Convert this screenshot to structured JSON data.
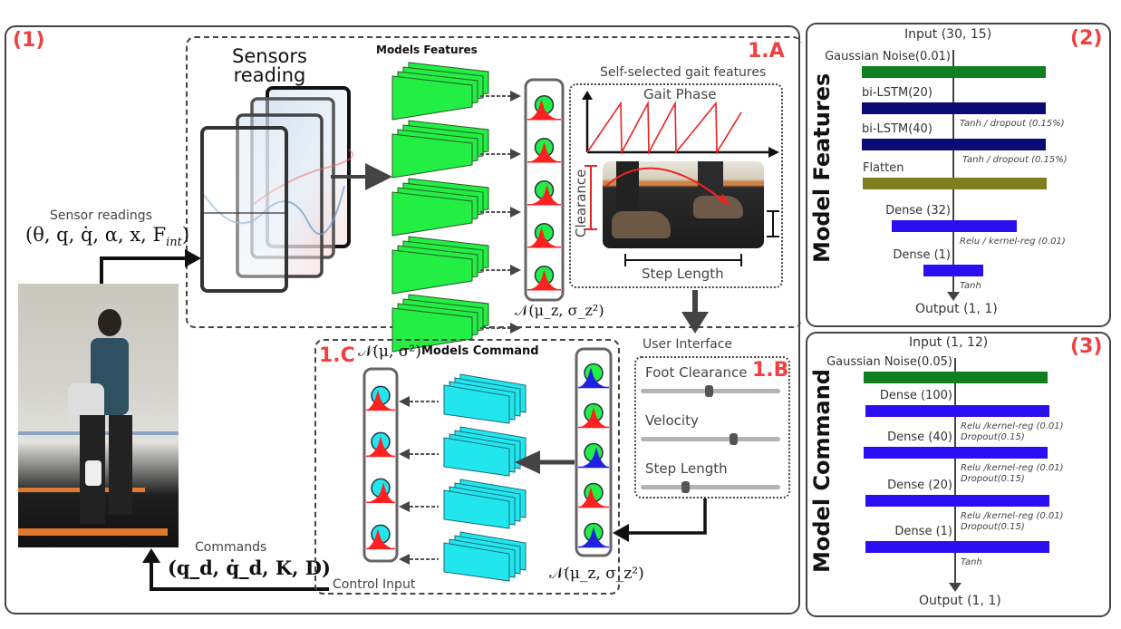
{
  "panel1": {
    "tag": "(1)",
    "sensor_readings_label": "Sensor readings",
    "sensor_readings_math": "(θ, q, q̇, α, x, F",
    "sensor_readings_sub": "int",
    "commands_label": "Commands",
    "commands_math": "(q_d, q̇_d, K, D)",
    "photo_alt": "Person walking on treadmill with exoskeleton"
  },
  "section_1a": {
    "tag": "1.A",
    "sensors_title_line1": "Sensors",
    "sensors_title_line2": "reading",
    "models_features_title": "Models Features",
    "gait_features_title": "Self-selected gait features",
    "gait_phase_label": "Gait Phase",
    "clearance_label": "Clearance",
    "step_length_label": "Step Length",
    "distribution_label": "𝒩(μ_z, σ_z²)",
    "num_feature_models": 5
  },
  "section_1b": {
    "tag": "1.B",
    "title": "User Interface",
    "sliders": [
      {
        "label": "Foot Clearance",
        "value": 0.49
      },
      {
        "label": "Velocity",
        "value": 0.66
      },
      {
        "label": "Step Length",
        "value": 0.32
      }
    ]
  },
  "section_1c": {
    "tag": "1.C",
    "output_label": "𝒩(μ, σ²)",
    "models_command_title": "Models Command",
    "input_label": "𝒩(μ_z, σ_z²)",
    "control_input_label": "Control Input",
    "num_command_models": 4
  },
  "panel2": {
    "tag": "(2)",
    "vertical_title": "Model Features",
    "input": "Input (30, 15)",
    "output": "Output (1, 1)",
    "layers": [
      {
        "label": "Gaussian Noise(0.01)",
        "color": "#0f7f1f",
        "note": ""
      },
      {
        "label": "bi-LSTM(20)",
        "color": "#0b0b78",
        "note": "Tanh / dropout (0.15%)"
      },
      {
        "label": "bi-LSTM(40)",
        "color": "#0b0b78",
        "note": "Tanh / dropout (0.15%)"
      },
      {
        "label": "Flatten",
        "color": "#7f7f20",
        "note": ""
      },
      {
        "label": "Dense (32)",
        "color": "#2b0ff0",
        "note": "Relu / kernel-reg (0.01)"
      },
      {
        "label": "Dense (1)",
        "color": "#2b0ff0",
        "note": "Tanh"
      }
    ]
  },
  "panel3": {
    "tag": "(3)",
    "vertical_title": "Model Command",
    "input": "Input (1, 12)",
    "output": "Output (1, 1)",
    "layers": [
      {
        "label": "Gaussian Noise(0.05)",
        "color": "#0f7f1f",
        "note1": "",
        "note2": ""
      },
      {
        "label": "Dense (100)",
        "color": "#2b0ff0",
        "note1": "Relu /kernel-reg (0.01)",
        "note2": "Dropout(0.15)"
      },
      {
        "label": "Dense (40)",
        "color": "#2b0ff0",
        "note1": "Relu /kernel-reg (0.01)",
        "note2": "Dropout(0.15)"
      },
      {
        "label": "Dense (20)",
        "color": "#2b0ff0",
        "note1": "Relu /kernel-reg (0.01)",
        "note2": "Dropout(0.15)"
      },
      {
        "label": "Dense (1)",
        "color": "#2b0ff0",
        "note1": "Tanh",
        "note2": ""
      }
    ]
  },
  "colors": {
    "accent_red": "#f04040",
    "feature_model_green": "#22ee44",
    "command_model_cyan": "#22e6ee",
    "distribution_red": "#ff2020",
    "distribution_blue": "#2020e0"
  }
}
